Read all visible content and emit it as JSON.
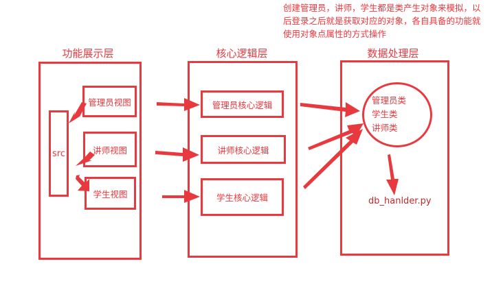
{
  "note": {
    "lines": [
      "创建管理员，讲师，学生都是类产生对象来模拟，以",
      "后登录之后就是获取对应的对象，各自具备的功能就",
      "使用对象点属性的方式操作"
    ]
  },
  "layers": {
    "presentation": {
      "title": "功能展示层",
      "src_label": "src",
      "views": [
        "管理员视图",
        "讲师视图",
        "学生视图"
      ]
    },
    "core": {
      "title": "核心逻辑层",
      "modules": [
        "管理员核心逻辑",
        "讲师核心逻辑",
        "学生核心逻辑"
      ]
    },
    "data": {
      "title": "数据处理层",
      "classes": [
        "管理员类",
        "学生类",
        "讲师类"
      ],
      "handler": "db_hanlder.py"
    }
  },
  "colors": {
    "accent": "#e8393f"
  }
}
